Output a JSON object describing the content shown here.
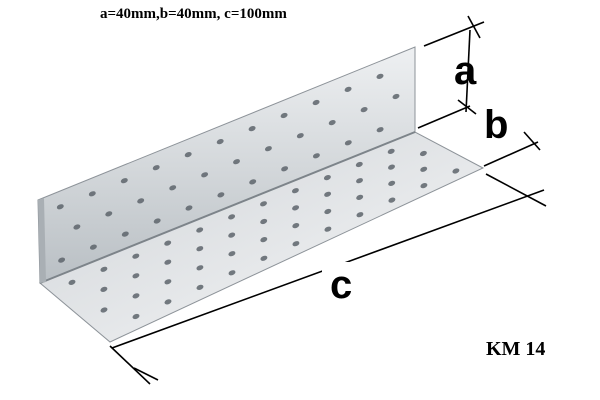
{
  "spec_text": "a=40mm,b=40mm, c=100mm",
  "product_code": "KM 14",
  "dimensions": {
    "a": "a",
    "b": "b",
    "c": "c"
  },
  "colors": {
    "metal_light": "#e4e6e8",
    "metal_mid": "#c9cdd1",
    "metal_dark": "#9ea4aa",
    "hole": "#5d646b",
    "dimension_line": "#000000"
  }
}
